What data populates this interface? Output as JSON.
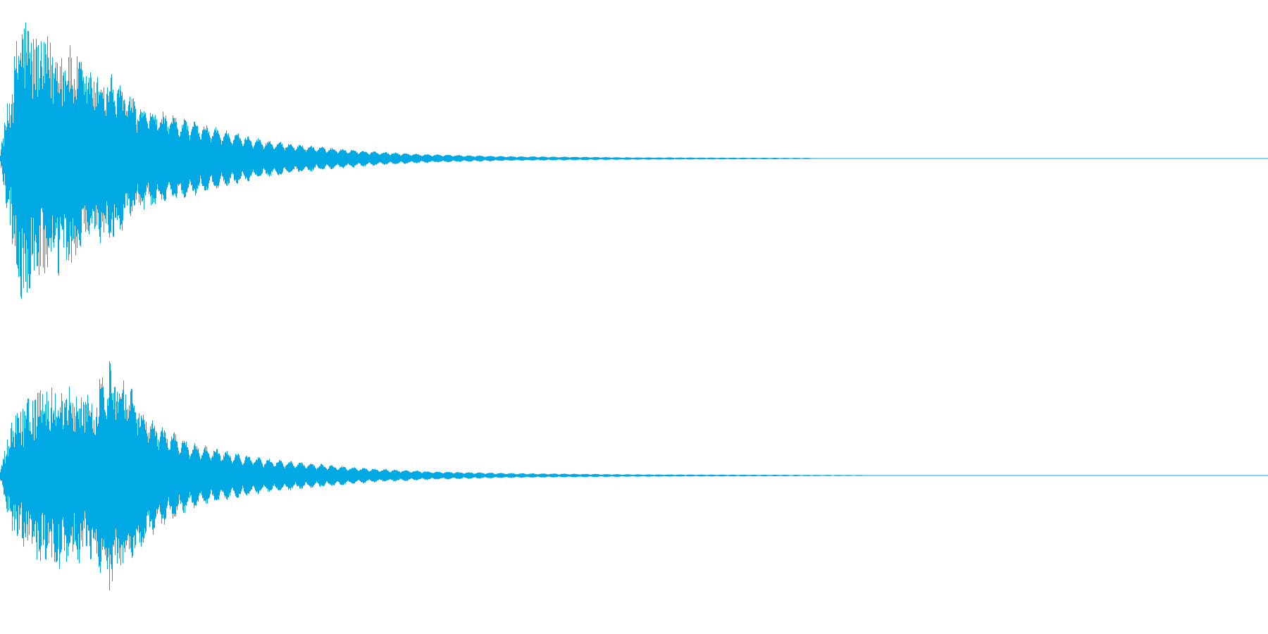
{
  "waveform": {
    "color": "#00a8e4",
    "background": "#ffffff",
    "channels": [
      {
        "name": "",
        "onset_fraction": 0.0,
        "peak_fraction": 0.016,
        "peak_amplitude": 1.0,
        "decay_end_fraction": 0.64,
        "envelope_points": [
          [
            0.0,
            0.05
          ],
          [
            0.01,
            0.6
          ],
          [
            0.016,
            1.0
          ],
          [
            0.03,
            0.8
          ],
          [
            0.05,
            0.78
          ],
          [
            0.07,
            0.6
          ],
          [
            0.09,
            0.55
          ],
          [
            0.11,
            0.35
          ],
          [
            0.13,
            0.3
          ],
          [
            0.15,
            0.25
          ],
          [
            0.18,
            0.18
          ],
          [
            0.21,
            0.12
          ],
          [
            0.25,
            0.08
          ],
          [
            0.29,
            0.05
          ],
          [
            0.33,
            0.03
          ],
          [
            0.4,
            0.015
          ],
          [
            0.5,
            0.008
          ],
          [
            0.64,
            0.004
          ],
          [
            0.65,
            0.0
          ],
          [
            1.0,
            0.0
          ]
        ]
      },
      {
        "name": "",
        "onset_fraction": 0.0,
        "peak_fraction": 0.086,
        "peak_amplitude": 1.0,
        "decay_end_fraction": 0.68,
        "envelope_points": [
          [
            0.0,
            0.05
          ],
          [
            0.01,
            0.5
          ],
          [
            0.02,
            0.62
          ],
          [
            0.04,
            0.8
          ],
          [
            0.06,
            0.72
          ],
          [
            0.075,
            0.7
          ],
          [
            0.086,
            1.0
          ],
          [
            0.1,
            0.82
          ],
          [
            0.115,
            0.55
          ],
          [
            0.13,
            0.4
          ],
          [
            0.15,
            0.28
          ],
          [
            0.18,
            0.2
          ],
          [
            0.21,
            0.14
          ],
          [
            0.25,
            0.1
          ],
          [
            0.29,
            0.06
          ],
          [
            0.34,
            0.035
          ],
          [
            0.4,
            0.02
          ],
          [
            0.5,
            0.01
          ],
          [
            0.68,
            0.004
          ],
          [
            0.69,
            0.0
          ],
          [
            1.0,
            0.0
          ]
        ]
      }
    ]
  }
}
